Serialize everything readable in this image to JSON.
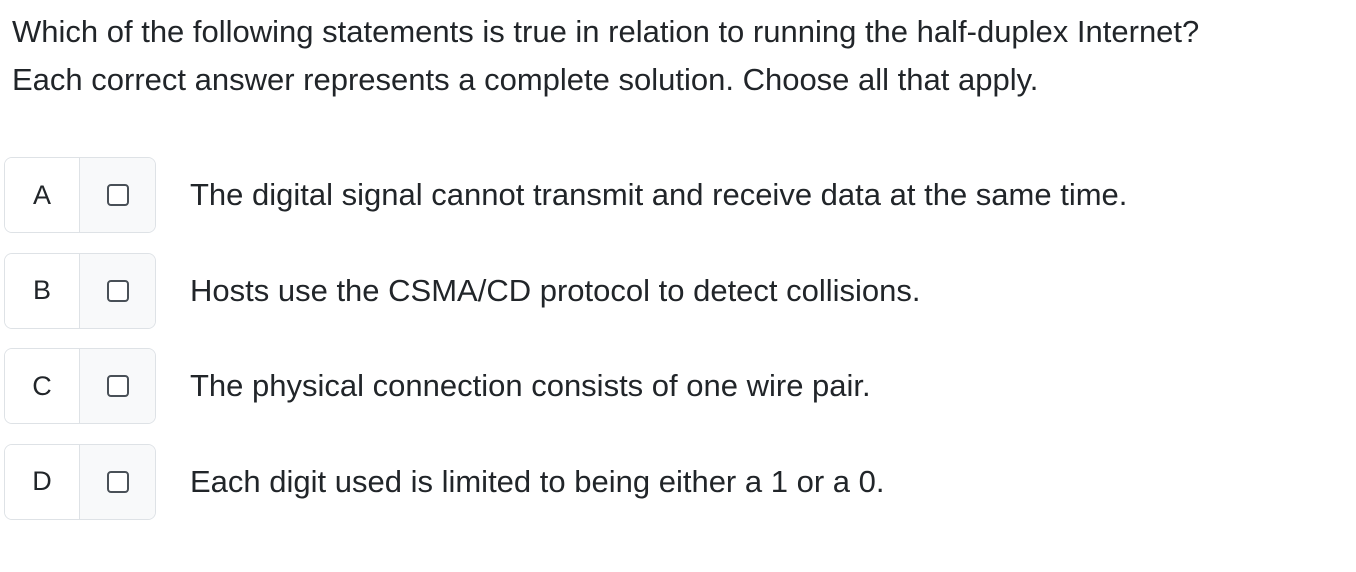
{
  "question": {
    "line1": "Which of the following statements is true in relation to running the half-duplex Internet?",
    "line2": "Each correct answer represents a complete solution. Choose all that apply."
  },
  "options": [
    {
      "letter": "A",
      "text": "The digital signal cannot transmit and receive data at the same time.",
      "checked": false
    },
    {
      "letter": "B",
      "text": "Hosts use the CSMA/CD protocol to detect collisions.",
      "checked": false
    },
    {
      "letter": "C",
      "text": "The physical connection consists of one wire pair.",
      "checked": false
    },
    {
      "letter": "D",
      "text": "Each digit used is limited to being either a 1 or a 0.",
      "checked": false
    }
  ]
}
